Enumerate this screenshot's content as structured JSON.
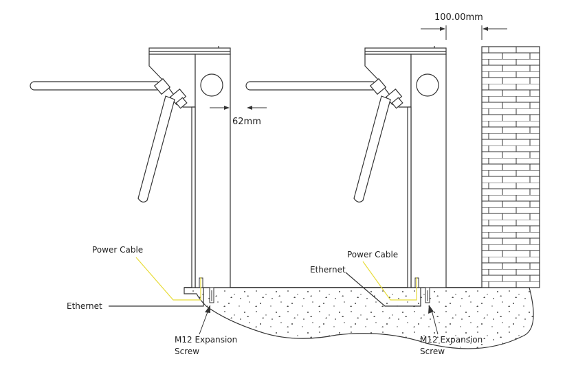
{
  "dimensions": {
    "wall_gap": "100.00mm",
    "turnstile_gap": "62mm"
  },
  "labels": {
    "power_cable_left": "Power Cable",
    "ethernet_left": "Ethernet",
    "screw_left_line1": "M12 Expansion",
    "screw_left_line2": "Screw",
    "power_cable_right": "Power Cable",
    "ethernet_right": "Ethernet",
    "screw_right_line1": "M12 Expansion",
    "screw_right_line2": "Screw"
  },
  "colors": {
    "line": "#333333",
    "power_cable": "#e8dc3a",
    "background": "#ffffff"
  }
}
